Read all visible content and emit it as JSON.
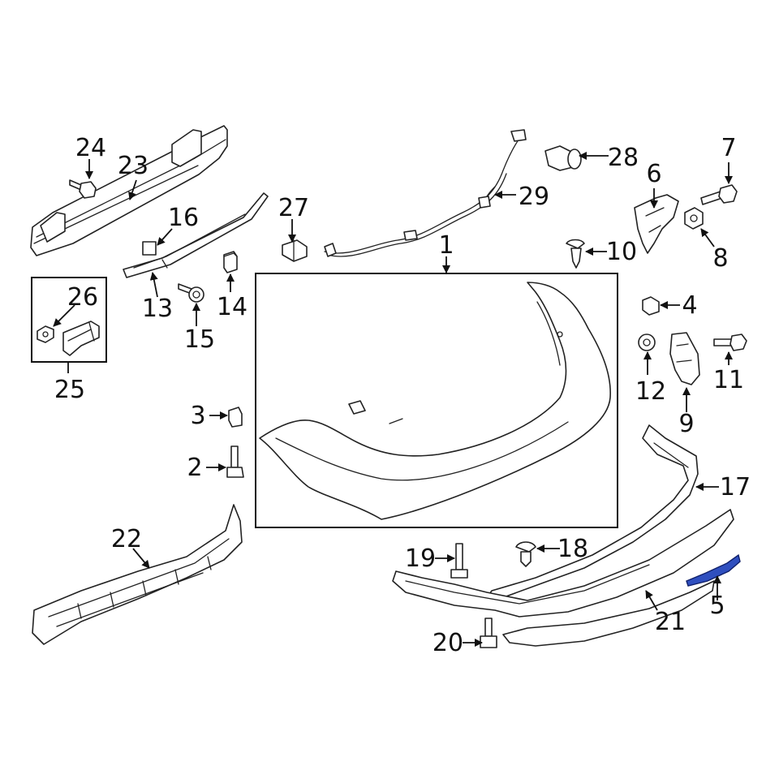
{
  "callouts": [
    {
      "id": "c1",
      "label": "1"
    },
    {
      "id": "c2",
      "label": "2"
    },
    {
      "id": "c3",
      "label": "3"
    },
    {
      "id": "c4",
      "label": "4"
    },
    {
      "id": "c5",
      "label": "5"
    },
    {
      "id": "c6",
      "label": "6"
    },
    {
      "id": "c7",
      "label": "7"
    },
    {
      "id": "c8",
      "label": "8"
    },
    {
      "id": "c9",
      "label": "9"
    },
    {
      "id": "c10",
      "label": "10"
    },
    {
      "id": "c11",
      "label": "11"
    },
    {
      "id": "c12",
      "label": "12"
    },
    {
      "id": "c13",
      "label": "13"
    },
    {
      "id": "c14",
      "label": "14"
    },
    {
      "id": "c15",
      "label": "15"
    },
    {
      "id": "c16",
      "label": "16"
    },
    {
      "id": "c17",
      "label": "17"
    },
    {
      "id": "c18",
      "label": "18"
    },
    {
      "id": "c19",
      "label": "19"
    },
    {
      "id": "c20",
      "label": "20"
    },
    {
      "id": "c21",
      "label": "21"
    },
    {
      "id": "c22",
      "label": "22"
    },
    {
      "id": "c23",
      "label": "23"
    },
    {
      "id": "c24",
      "label": "24"
    },
    {
      "id": "c25",
      "label": "25"
    },
    {
      "id": "c26",
      "label": "26"
    },
    {
      "id": "c27",
      "label": "27"
    },
    {
      "id": "c28",
      "label": "28"
    },
    {
      "id": "c29",
      "label": "29"
    }
  ],
  "colors": {
    "highlighted_part": "#2f4fbf",
    "line": "#222222",
    "background": "#ffffff"
  },
  "highlighted_callout": "5"
}
